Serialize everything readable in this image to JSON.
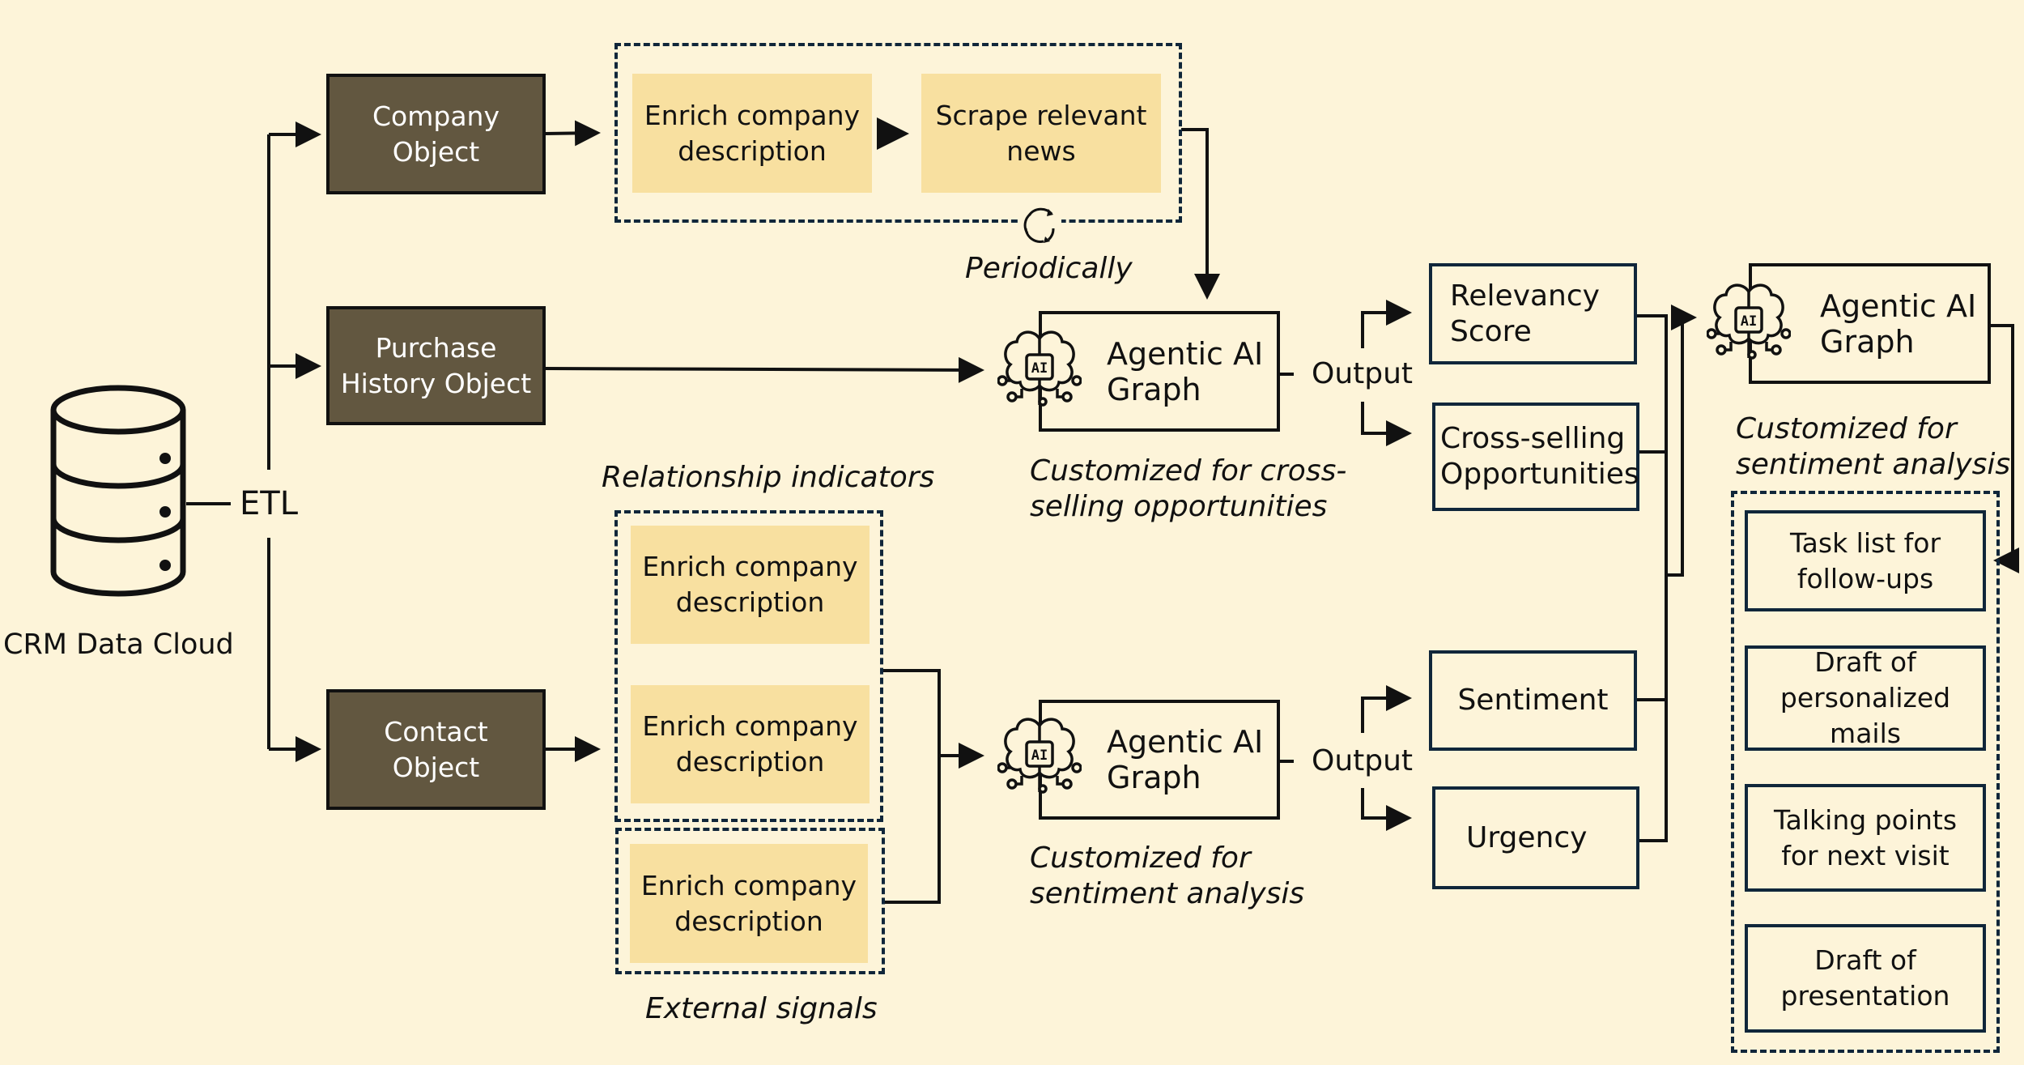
{
  "source": {
    "icon": "database-icon",
    "label": "CRM Data Cloud",
    "etl_label": "ETL"
  },
  "objects": [
    {
      "id": "company",
      "label": "Company\nObject"
    },
    {
      "id": "purchase",
      "label": "Purchase\nHistory Object"
    },
    {
      "id": "contact",
      "label": "Contact\nObject"
    }
  ],
  "company_pipeline": {
    "steps": [
      {
        "label": "Enrich company\ndescription"
      },
      {
        "label": "Scrape relevant\nnews"
      }
    ],
    "refresh_icon": "refresh-cycle-icon",
    "caption": "Periodically"
  },
  "contact_pipeline": {
    "relationship_group": {
      "caption": "Relationship indicators",
      "steps": [
        {
          "label": "Enrich company\ndescription"
        },
        {
          "label": "Enrich company\ndescription"
        }
      ]
    },
    "external_group": {
      "caption": "External signals",
      "steps": [
        {
          "label": "Enrich company\ndescription"
        }
      ]
    }
  },
  "agents": [
    {
      "id": "cross_selling",
      "icon": "ai-brain-icon",
      "label": "Agentic AI\nGraph",
      "caption": "Customized for cross-\nselling opportunities"
    },
    {
      "id": "sentiment",
      "icon": "ai-brain-icon",
      "label": "Agentic AI\nGraph",
      "caption": "Customized for\nsentiment analysis"
    },
    {
      "id": "final",
      "icon": "ai-brain-icon",
      "label": "Agentic AI\nGraph",
      "caption": "Customized for\nsentiment analysis"
    }
  ],
  "outputs": {
    "output_label": "Output",
    "cross_selling": [
      {
        "label": "Relevancy\nScore"
      },
      {
        "label": "Cross-selling\nOpportunities"
      }
    ],
    "sentiment": [
      {
        "label": "Sentiment"
      },
      {
        "label": "Urgency"
      }
    ]
  },
  "deliverables": [
    {
      "label": "Task list for\nfollow-ups"
    },
    {
      "label": "Draft of\npersonalized\nmails"
    },
    {
      "label": "Talking points\nfor next visit"
    },
    {
      "label": "Draft of\npresentation"
    }
  ],
  "colors": {
    "background": "#fdf4d9",
    "object_fill": "#625740",
    "step_fill": "#f8e0a0",
    "line": "#111111",
    "dashed_border": "#10263a"
  }
}
